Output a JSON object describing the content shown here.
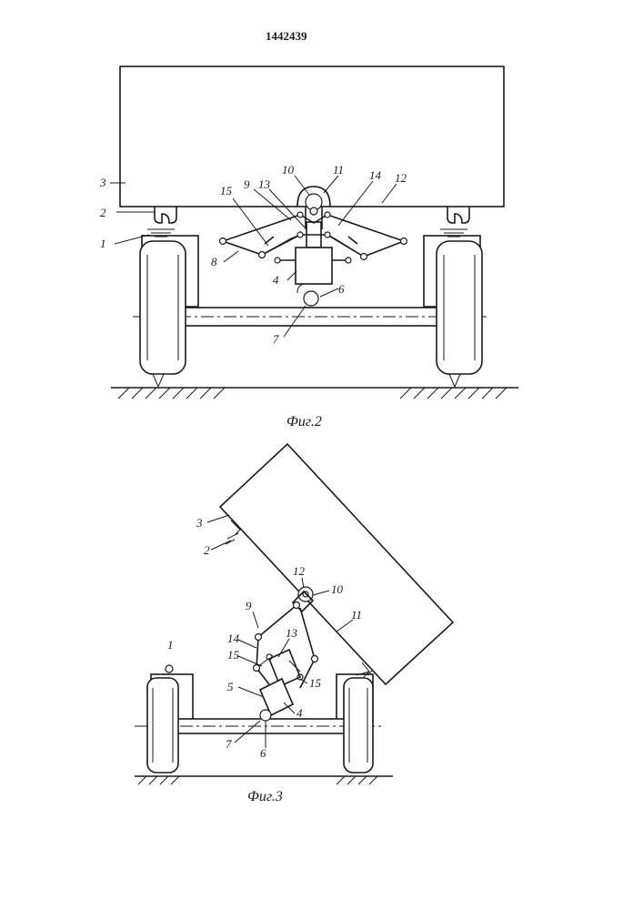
{
  "document": {
    "number": "1442439"
  },
  "figures": [
    {
      "caption": "Фиг.2",
      "labels": [
        "1",
        "2",
        "3",
        "4",
        "6",
        "7",
        "8",
        "9",
        "10",
        "11",
        "12",
        "13",
        "14",
        "15"
      ]
    },
    {
      "caption": "Фиг.3",
      "labels": [
        "1",
        "2",
        "3",
        "4",
        "5",
        "6",
        "7",
        "9",
        "10",
        "11",
        "12",
        "13",
        "14",
        "15",
        "15"
      ]
    }
  ]
}
